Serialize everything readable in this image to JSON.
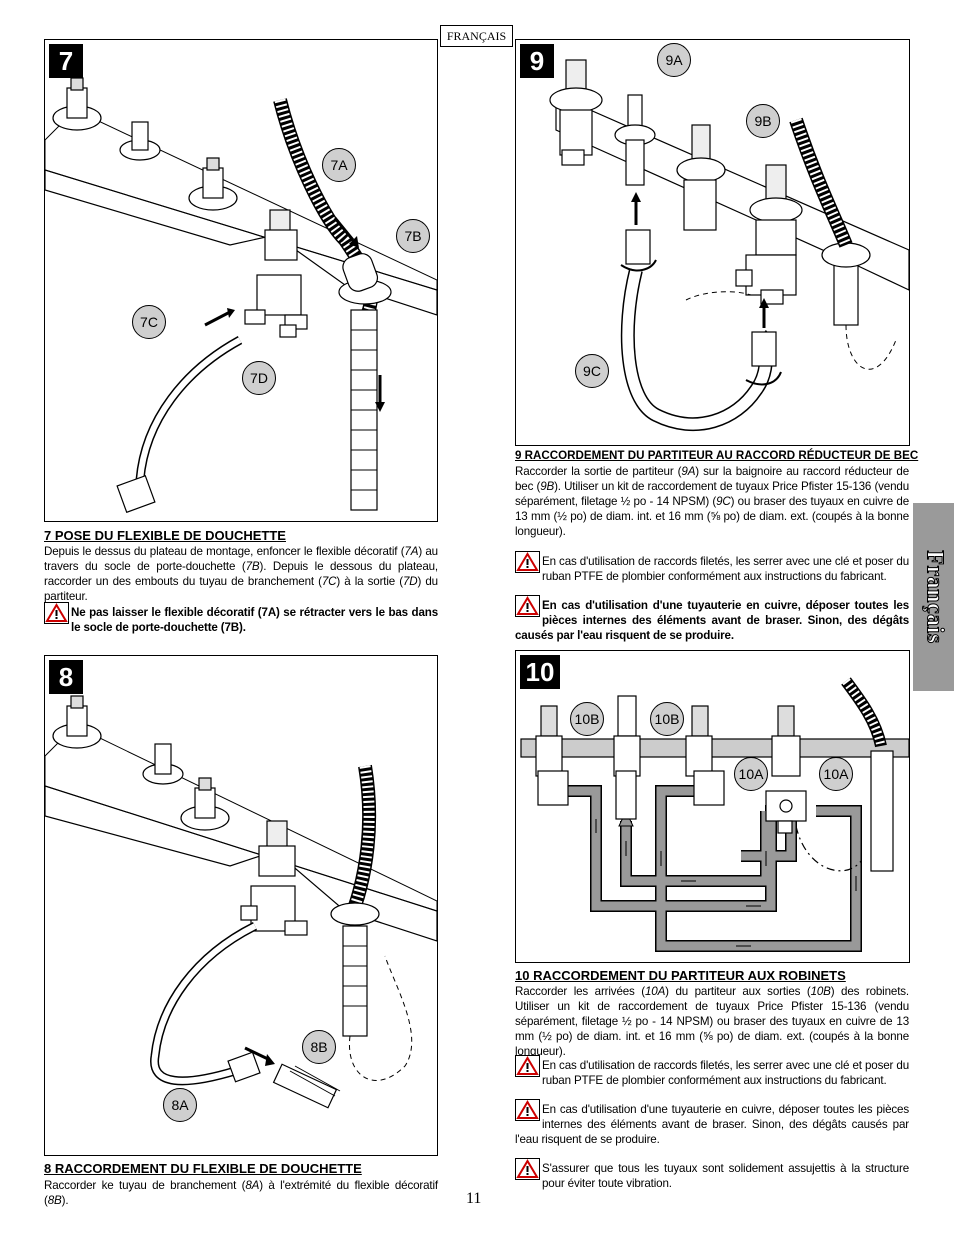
{
  "header": {
    "language_tag": "FRANÇAIS"
  },
  "side_tab": {
    "label": "Français"
  },
  "page_number": "11",
  "step7": {
    "number": "7",
    "callouts": {
      "a": "7A",
      "b": "7B",
      "c": "7C",
      "d": "7D"
    },
    "title": "7  POSE DU FLEXIBLE DE DOUCHETTE",
    "body_1": "Depuis le dessus du plateau de montage, enfoncer le flexible décoratif (",
    "body_ref_1": "7A",
    "body_2": ") au travers du socle de porte-douchette (",
    "body_ref_2": "7B",
    "body_3": "). Depuis le dessous du plateau, raccorder un des embouts du tuyau de branchement (",
    "body_ref_3": "7C",
    "body_4": ") à la sortie (",
    "body_ref_4": "7D",
    "body_5": ") du partiteur.",
    "warning": "Ne pas laisser le flexible décoratif (7A) se rétracter vers le bas dans le socle de porte-douchette (7B)."
  },
  "step8": {
    "number": "8",
    "callouts": {
      "a": "8A",
      "b": "8B"
    },
    "title": "8  RACCORDEMENT DU FLEXIBLE DE DOUCHETTE",
    "body_1": "Raccorder ke tuyau de branchement (",
    "body_ref_1": "8A",
    "body_2": ") à l'extrémité du flexible décoratif (",
    "body_ref_2": "8B",
    "body_3": ")."
  },
  "step9": {
    "number": "9",
    "callouts": {
      "a": "9A",
      "b": "9B",
      "c": "9C"
    },
    "title": "9  RACCORDEMENT DU PARTITEUR AU RACCORD RÉDUCTEUR DE BEC",
    "body_1": "Raccorder la sortie de partiteur (",
    "body_ref_1": "9A",
    "body_2": ") sur la baignoire au raccord réducteur de bec (",
    "body_ref_2": "9B",
    "body_3": "). Utiliser un kit de raccordement de tuyaux Price Pfister 15-136 (vendu séparément, filetage ½ po - 14 NPSM) (",
    "body_ref_3": "9C",
    "body_4": ") ou braser des tuyaux en cuivre de 13 mm (½ po) de diam. int. et 16 mm (⅝ po) de diam. ext. (coupés à la bonne longueur).",
    "warning_1": "En cas d'utilisation de raccords filetés, les serrer avec une clé et poser du ruban PTFE de plombier conformément aux instructions du fabricant.",
    "warning_2": "En cas d'utilisation d'une tuyauterie en cuivre, déposer toutes les pièces internes des éléments avant de braser. Sinon, des dégâts causés par l'eau risquent de se produire."
  },
  "step10": {
    "number": "10",
    "callouts": {
      "b1": "10B",
      "b2": "10B",
      "a1": "10A",
      "a2": "10A"
    },
    "title": "10  RACCORDEMENT DU PARTITEUR AUX ROBINETS",
    "body_1": "Raccorder les arrivées (",
    "body_ref_1": "10A",
    "body_2": ") du partiteur aux sorties (",
    "body_ref_2": "10B",
    "body_3": ") des robinets. Utiliser un kit de raccordement de tuyaux Price Pfister 15-136 (vendu séparément, filetage ½ po - 14 NPSM) ou braser des tuyaux en cuivre de 13 mm (½ po) de diam. int. et 16 mm (⅝ po) de diam. ext. (coupés à la bonne longueur).",
    "warning_1": "En cas d'utilisation de raccords filetés, les serrer avec une clé et poser du ruban PTFE de plombier conformément aux instructions du fabricant.",
    "warning_2": "En cas d'utilisation d'une tuyauterie en cuivre, déposer toutes les pièces internes des éléments avant de braser. Sinon, des dégâts causés par l'eau risquent de se produire.",
    "warning_3": "S'assurer que tous les tuyaux sont solidement assujettis à la structure pour éviter toute vibration."
  }
}
